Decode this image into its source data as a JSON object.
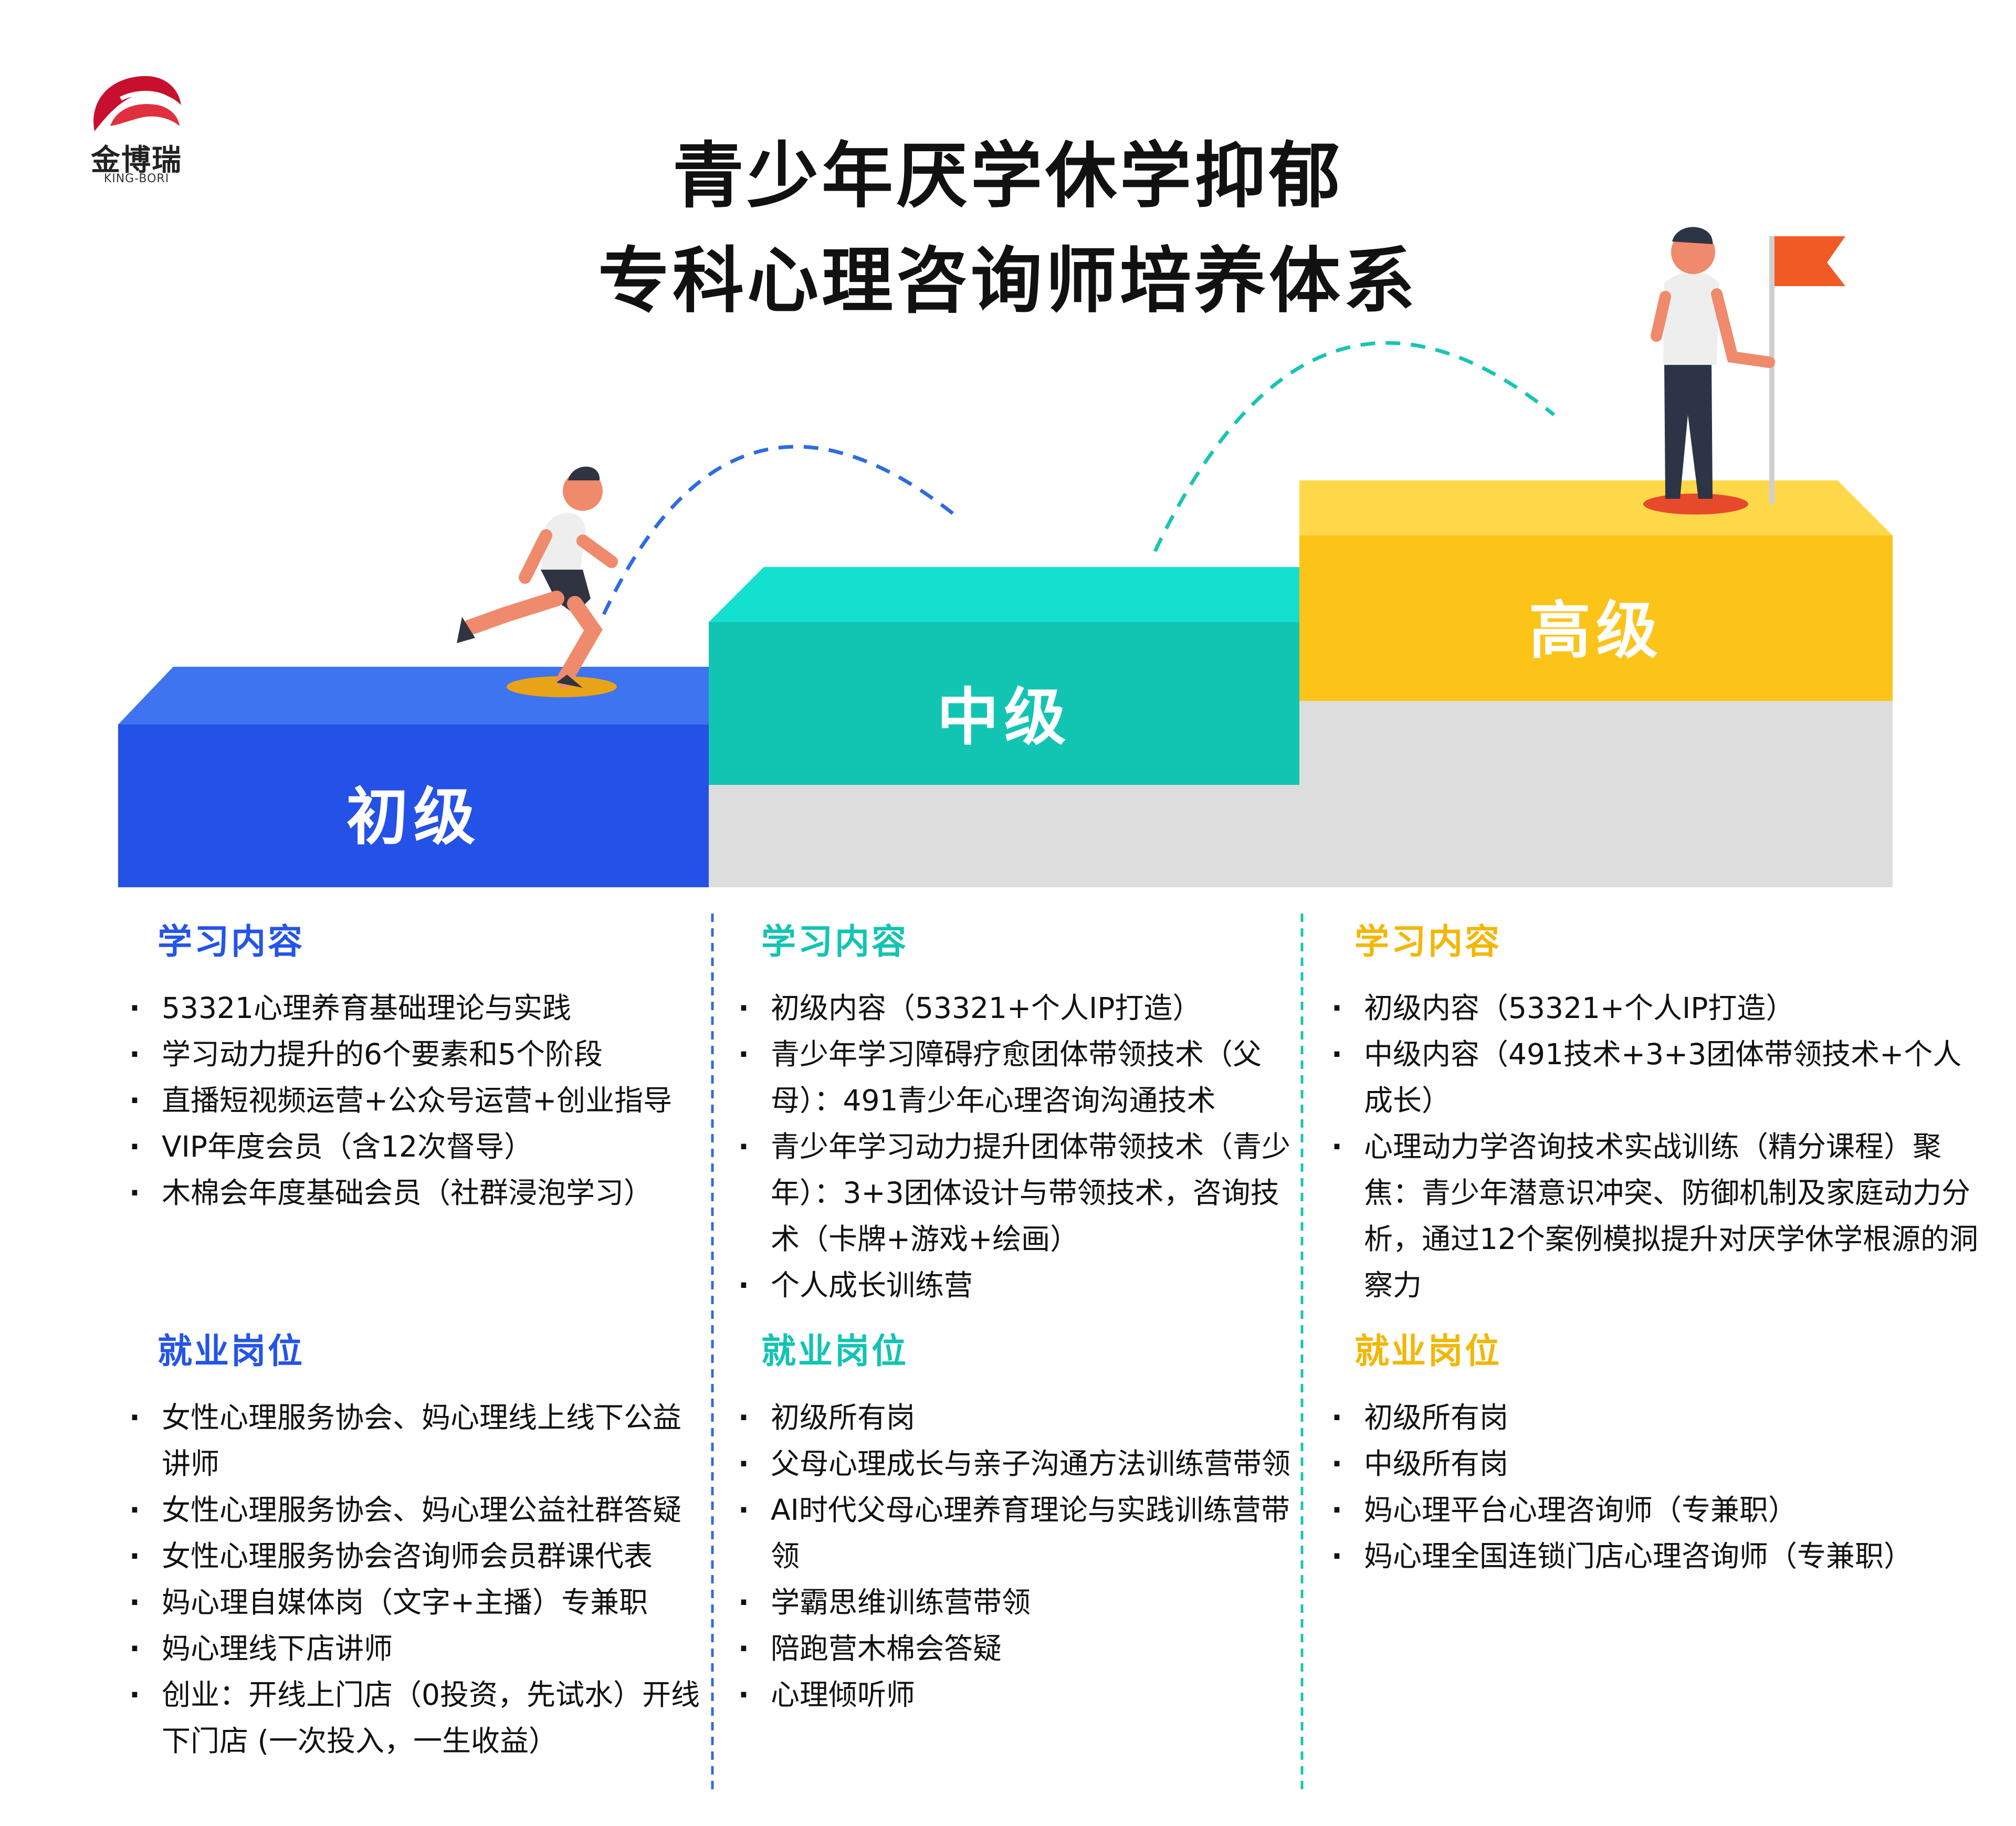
{
  "brand": {
    "name": "金博瑞",
    "sub": "KING-BORI"
  },
  "title": {
    "line1": "青少年厌学休学抑郁",
    "line2": "专科心理咨询师培养体系"
  },
  "levels": {
    "primary": "初级",
    "middle": "中级",
    "advanced": "高级"
  },
  "colors": {
    "primary": "#2454e8",
    "middle": "#12c4b2",
    "advanced": "#fcc419",
    "base": "#dcdcdc"
  },
  "columns": [
    {
      "study_title": "学习内容",
      "study_items": [
        "53321心理养育基础理论与实践",
        "学习动力提升的6个要素和5个阶段",
        "直播短视频运营+公众号运营+创业指导",
        "VIP年度会员（含12次督导）",
        "木棉会年度基础会员（社群浸泡学习）"
      ],
      "job_title": "就业岗位",
      "job_items": [
        "女性心理服务协会、妈心理线上线下公益讲师",
        "女性心理服务协会、妈心理公益社群答疑",
        "女性心理服务协会咨询师会员群课代表",
        "妈心理自媒体岗（文字+主播）专兼职",
        "妈心理线下店讲师",
        "创业：开线上门店（0投资，先试水）开线下门店 (一次投入，一生收益）"
      ]
    },
    {
      "study_title": "学习内容",
      "study_items": [
        "初级内容（53321+个人IP打造）",
        "青少年学习障碍疗愈团体带领技术（父母）：491青少年心理咨询沟通技术",
        "青少年学习动力提升团体带领技术（青少年）：3+3团体设计与带领技术，咨询技术（卡牌+游戏+绘画）",
        "个人成长训练营"
      ],
      "job_title": "就业岗位",
      "job_items": [
        "初级所有岗",
        "父母心理成长与亲子沟通方法训练营带领",
        "AI时代父母心理养育理论与实践训练营带领",
        "学霸思维训练营带领",
        "陪跑营木棉会答疑",
        "心理倾听师"
      ]
    },
    {
      "study_title": "学习内容",
      "study_items": [
        "初级内容（53321+个人IP打造）",
        "中级内容（491技术+3+3团体带领技术+个人成长）",
        "心理动力学咨询技术实战训练（精分课程）聚焦：青少年潜意识冲突、防御机制及家庭动力分析，通过12个案例模拟提升对厌学休学根源的洞察力"
      ],
      "job_title": "就业岗位",
      "job_items": [
        "初级所有岗",
        "中级所有岗",
        "妈心理平台心理咨询师（专兼职）",
        "妈心理全国连锁门店心理咨询师（专兼职）"
      ]
    }
  ]
}
